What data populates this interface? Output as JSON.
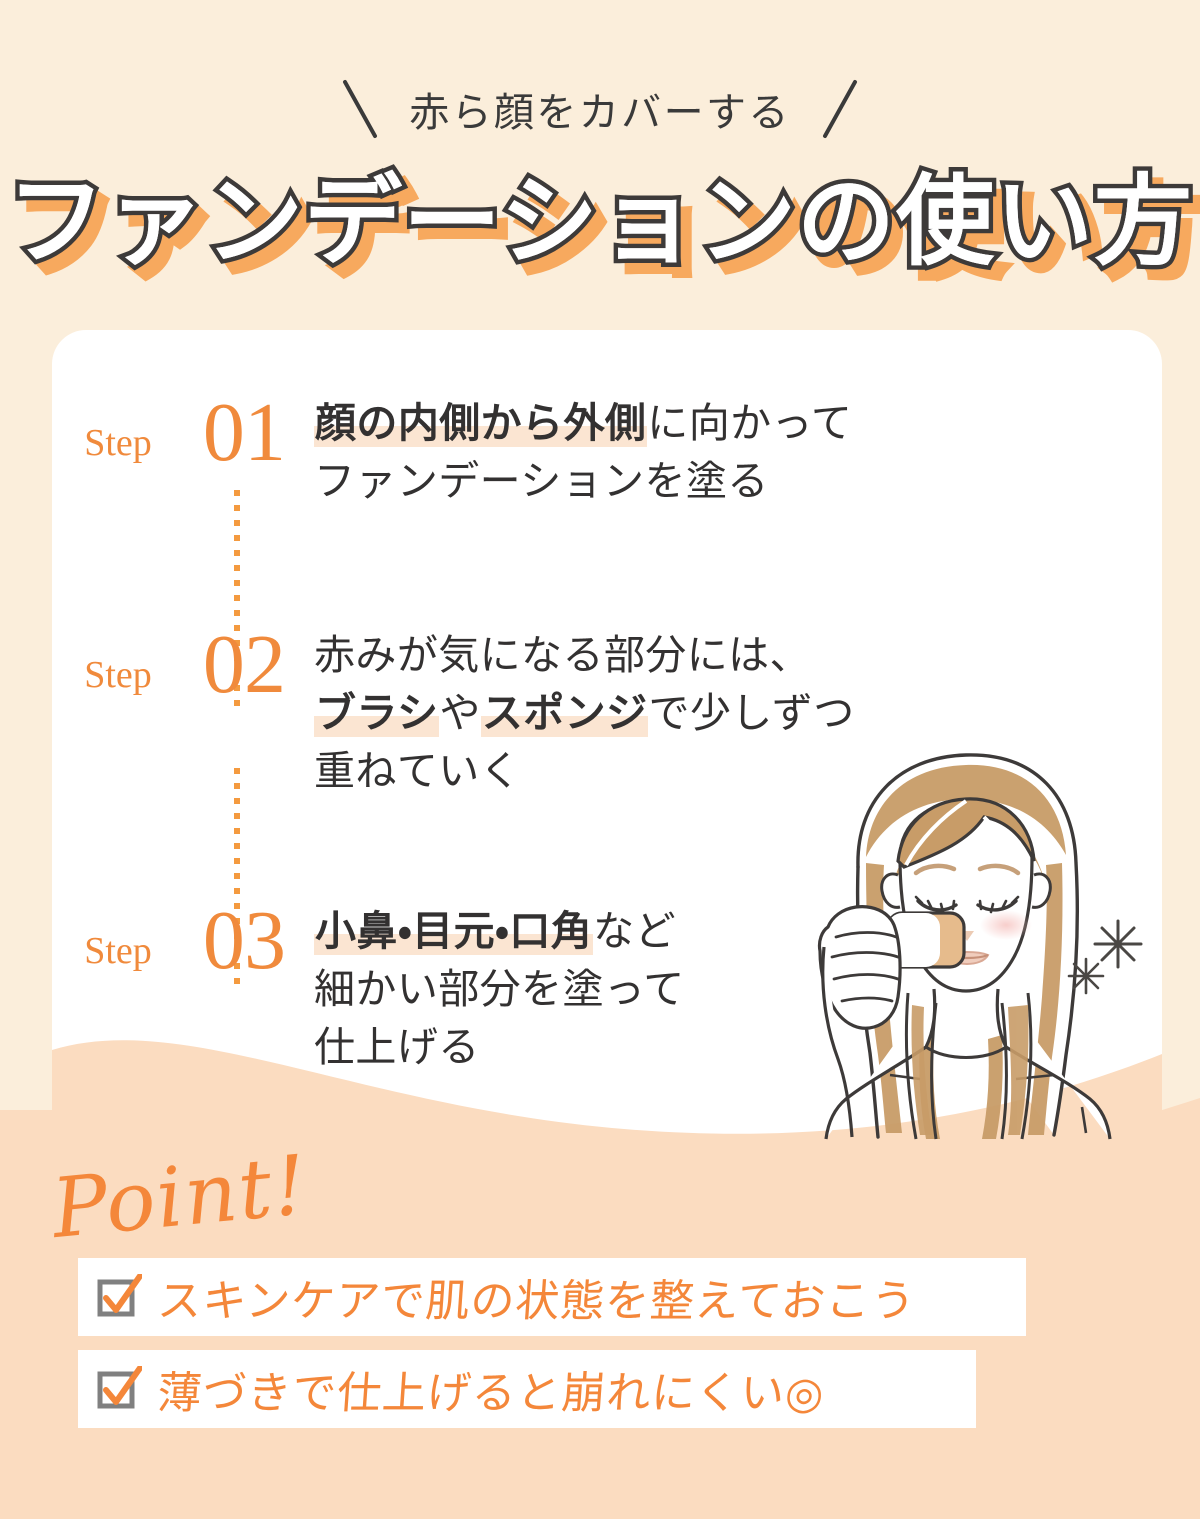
{
  "header": {
    "subtitle": "赤ら顔をカバーする",
    "title": "ファンデーションの使い方",
    "decor_left_icon": "slash-left-icon",
    "decor_right_icon": "slash-right-icon"
  },
  "steps": [
    {
      "label": "Step",
      "number": "01",
      "lines": [
        [
          {
            "t": "顔の内側から外側",
            "hl": true
          },
          {
            "t": "に向かって",
            "hl": false
          }
        ],
        [
          {
            "t": "ファンデーションを塗る",
            "hl": false
          }
        ]
      ]
    },
    {
      "label": "Step",
      "number": "02",
      "lines": [
        [
          {
            "t": "赤みが気になる部分には、",
            "hl": false
          }
        ],
        [
          {
            "t": "ブラシ",
            "hl": true
          },
          {
            "t": "や",
            "hl": false
          },
          {
            "t": "スポンジ",
            "hl": true
          },
          {
            "t": "で少しずつ",
            "hl": false
          }
        ],
        [
          {
            "t": "重ねていく",
            "hl": false
          }
        ]
      ]
    },
    {
      "label": "Step",
      "number": "03",
      "lines": [
        [
          {
            "t": "小鼻・目元・口角",
            "hl": true
          },
          {
            "t": "など",
            "hl": false
          }
        ],
        [
          {
            "t": "細かい部分を塗って",
            "hl": false
          }
        ],
        [
          {
            "t": "仕上げる",
            "hl": false
          }
        ]
      ]
    }
  ],
  "point": {
    "heading": "Point!",
    "items": [
      {
        "text": "スキンケアで肌の状態を整えておこう",
        "checkbox": "checkbox-checked-icon"
      },
      {
        "text": "薄づきで仕上げると崩れにくい◎",
        "checkbox": "checkbox-checked-icon"
      }
    ]
  },
  "illustration": {
    "name": "woman-applying-foundation-with-sponge",
    "sparkle_icons": [
      "sparkle-icon",
      "sparkle-icon"
    ]
  },
  "colors": {
    "background_cream": "#fbeedb",
    "peach_band": "#fbdcc0",
    "accent_orange": "#f08a3c",
    "title_shadow_orange": "#f7a95e",
    "text_dark": "#333131",
    "highlight_peach": "#fbe5d2",
    "checkbox_gray": "#808080",
    "card_white": "#ffffff",
    "hair_brown": "#c89c68"
  }
}
